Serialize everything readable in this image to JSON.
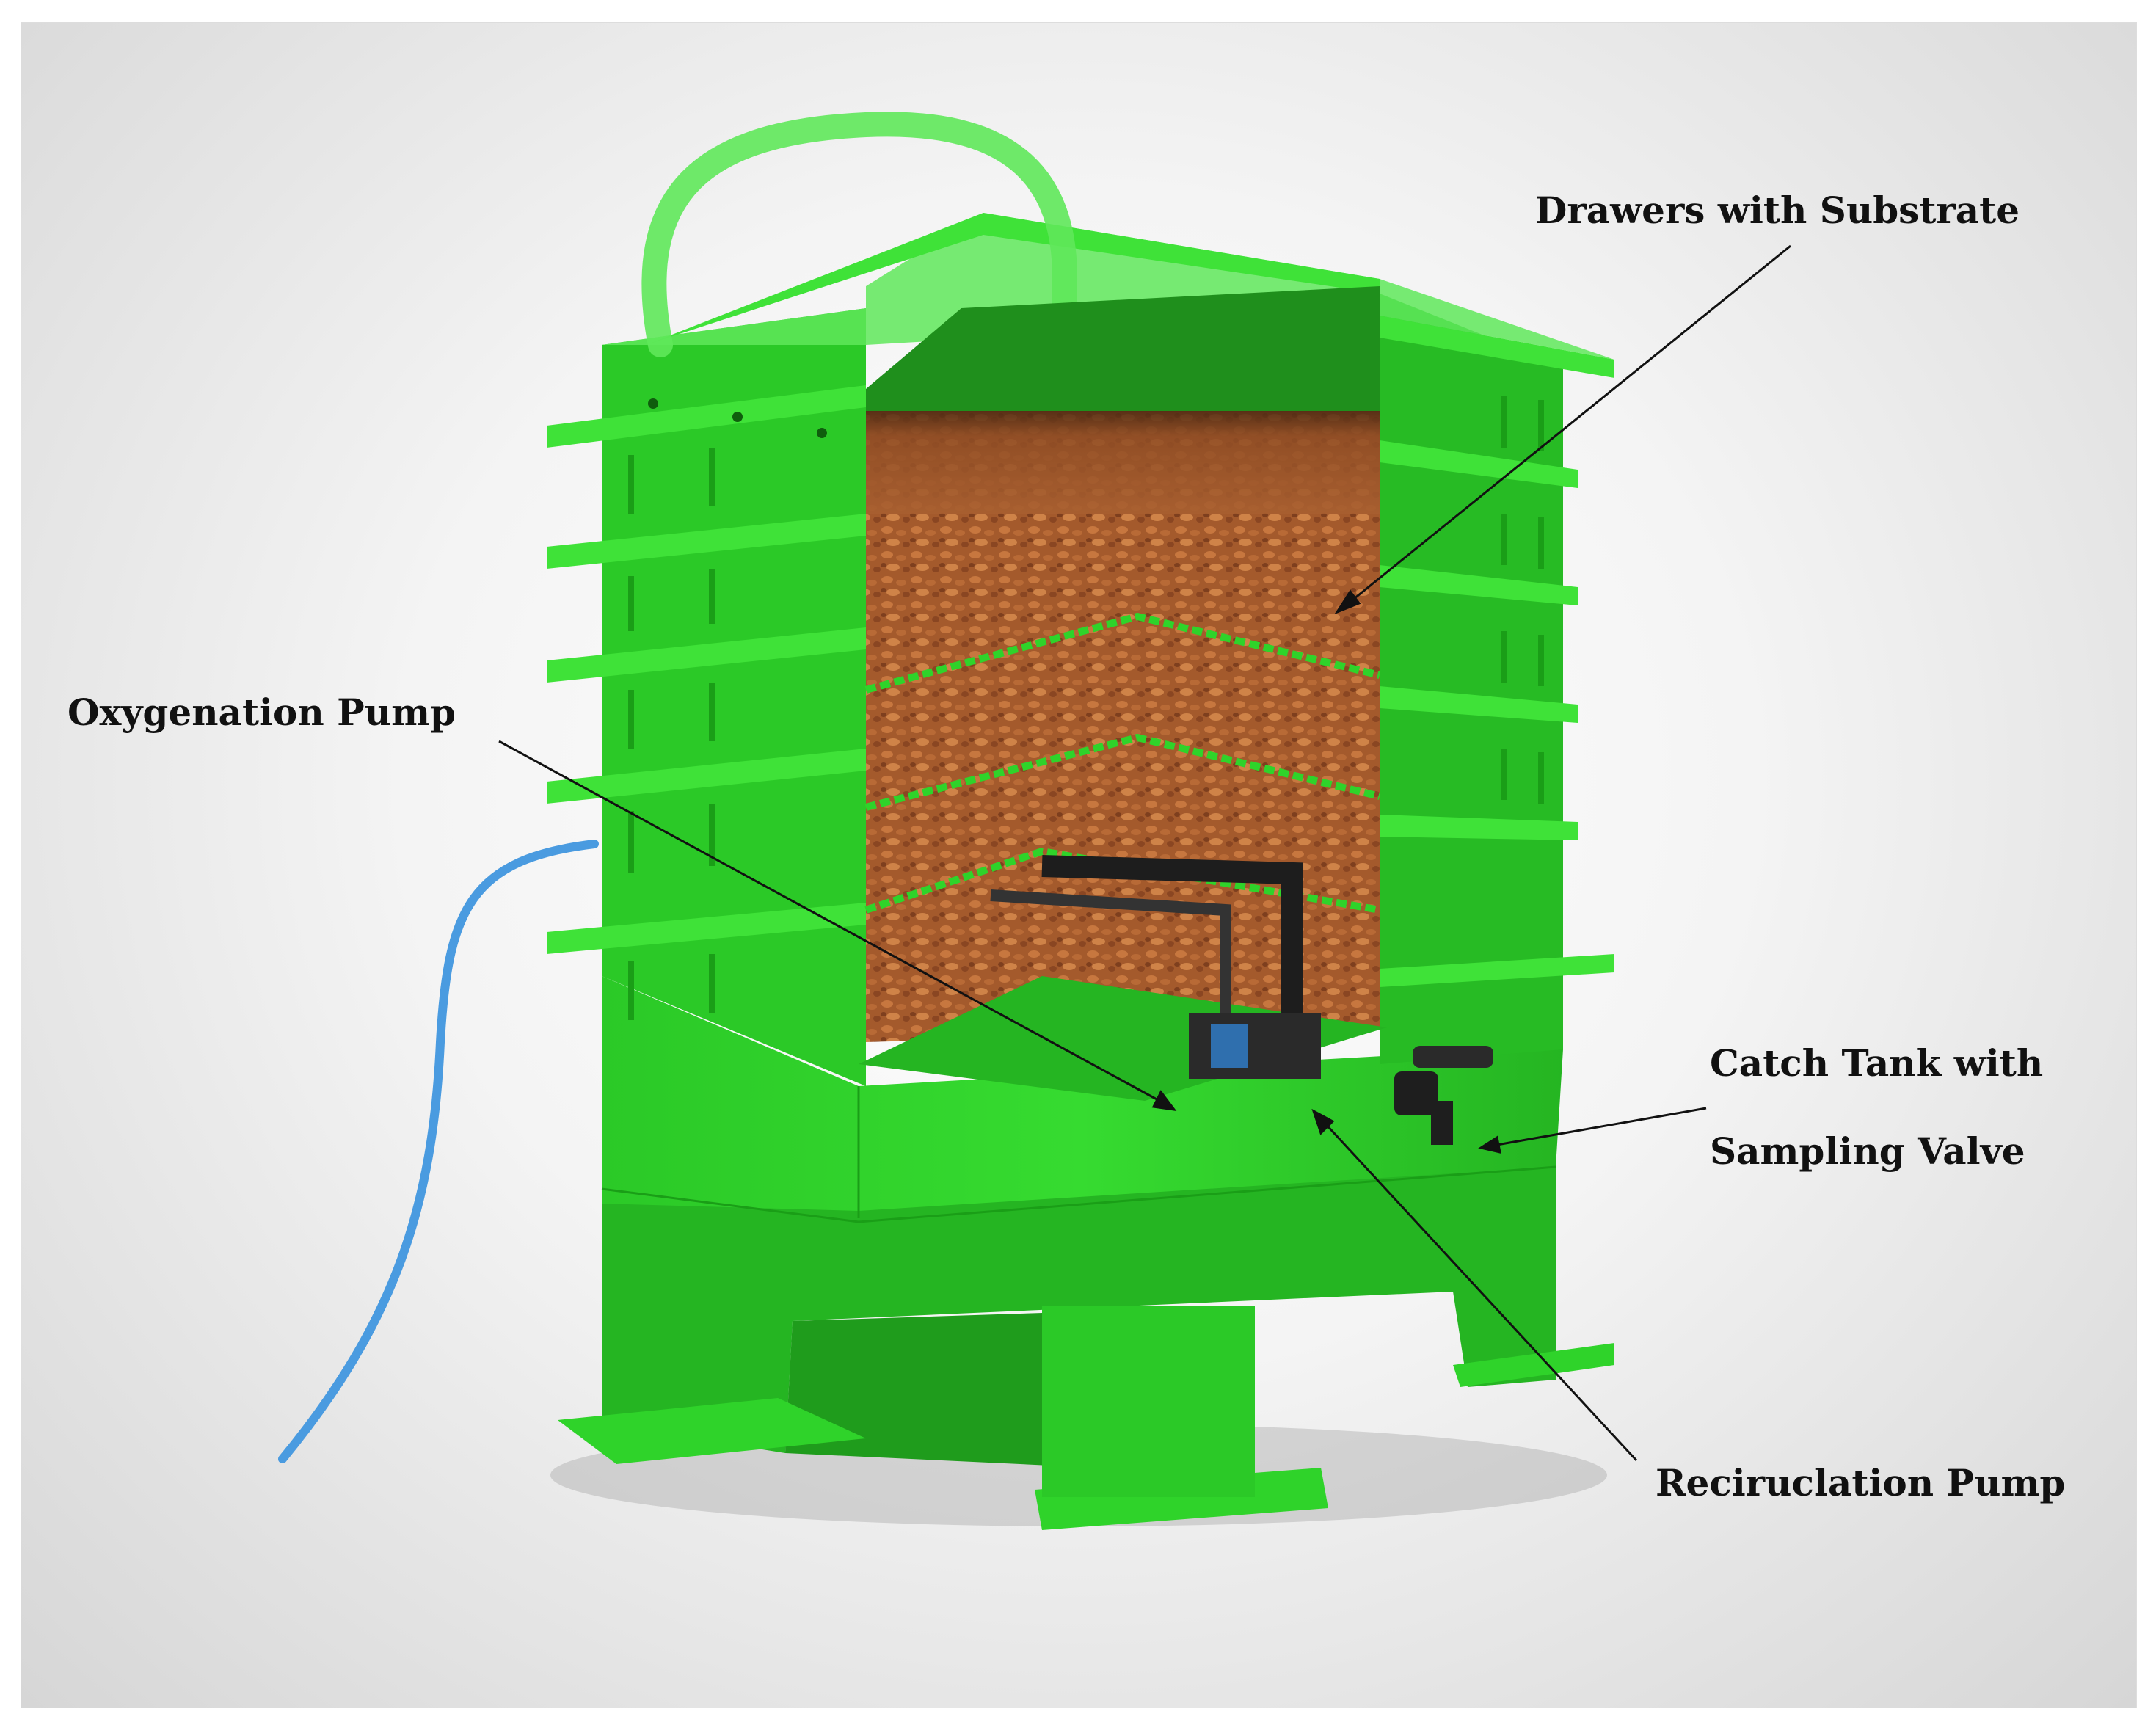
{
  "labels": {
    "drawers": "Drawers with Substrate",
    "oxygenation": "Oxygenation Pump",
    "catch_line1": "Catch Tank with",
    "catch_line2": "Sampling Valve",
    "recirculation": "Reciruclation Pump"
  },
  "colors": {
    "body_green": "#2fd32a",
    "dark_green": "#1a9e17",
    "light_green": "#5fe85a",
    "substrate": "#a0582c",
    "substrate_dark": "#5a3016",
    "hose": "#4a9be0",
    "leader": "#111111"
  },
  "icons": [
    "vermicomposter-render",
    "air-hose",
    "sampling-valve-icon",
    "pump-unit"
  ]
}
